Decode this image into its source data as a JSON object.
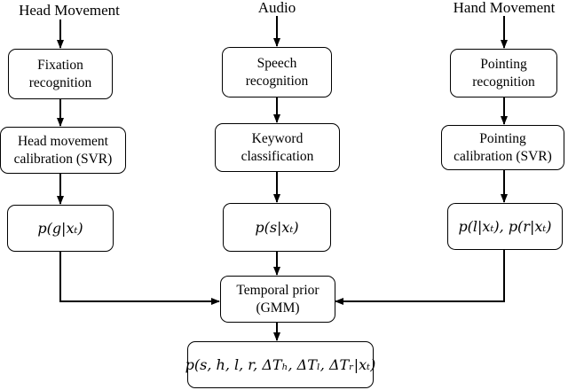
{
  "columns": [
    {
      "input": "Head Movement",
      "step1": [
        "Fixation",
        "recognition"
      ],
      "step2": [
        "Head movement",
        "calibration (SVR)"
      ],
      "prob": "p(g|xₜ)"
    },
    {
      "input": "Audio",
      "step1": [
        "Speech",
        "recognition"
      ],
      "step2": [
        "Keyword",
        "classification"
      ],
      "prob": "p(s|xₜ)"
    },
    {
      "input": "Hand Movement",
      "step1": [
        "Pointing",
        "recognition"
      ],
      "step2": [
        "Pointing",
        "calibration (SVR)"
      ],
      "prob": "p(l|xₜ), p(r|xₜ)"
    }
  ],
  "prior": [
    "Temporal prior",
    "(GMM)"
  ],
  "output": "p(s, h, l, r, ΔTₕ, ΔTₗ, ΔTᵣ|xₜ)"
}
